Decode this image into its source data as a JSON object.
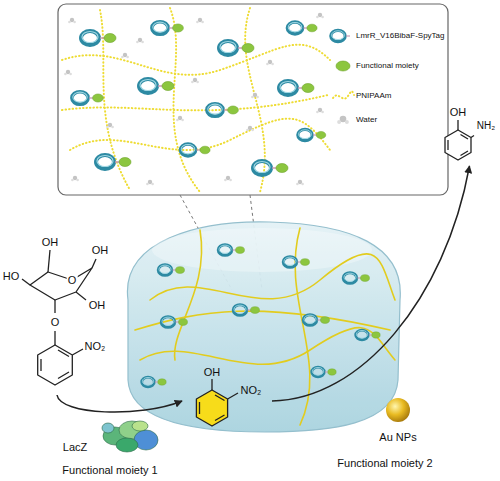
{
  "diagram": {
    "nodes": [
      {
        "text": [
          "OH",
          "OH",
          "HO",
          "O",
          "OH",
          "O",
          "NO₂"
        ]
      },
      {
        "text": [
          "OH",
          "NO₂"
        ]
      },
      {
        "text": [
          "OH",
          "NH₂"
        ]
      }
    ],
    "edges": [
      {
        "from": 0,
        "to": 1,
        "arrow": "to"
      },
      {
        "from": 1,
        "to": 2,
        "arrow": "to"
      }
    ],
    "labels": [
      "LacZ",
      "Functional moiety 1",
      "Au NPs",
      "Functional moiety 2"
    ],
    "legend": [
      {
        "text": "LmrR_V16BibaF-SpyTag"
      },
      {
        "text": "Functional moiety"
      },
      {
        "text": "PNIPAAm"
      },
      {
        "text": "Water"
      }
    ]
  }
}
